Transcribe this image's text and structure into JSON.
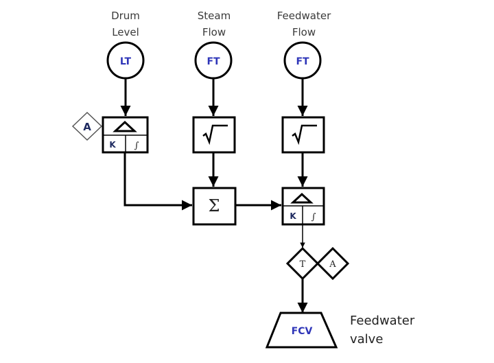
{
  "diagram": {
    "title": "Three-element drum level control",
    "inputs": [
      {
        "label_line1": "Drum",
        "label_line2": "Level",
        "instrument": "LT"
      },
      {
        "label_line1": "Steam",
        "label_line2": "Flow",
        "instrument": "FT"
      },
      {
        "label_line1": "Feedwater",
        "label_line2": "Flow",
        "instrument": "FT"
      }
    ],
    "drum_controller": {
      "top_symbol": "Δ",
      "k_label": "K",
      "i_label": "∫",
      "setpoint": "A"
    },
    "sqrt_blocks": [
      {
        "symbol": "√"
      },
      {
        "symbol": "√"
      }
    ],
    "summer": {
      "symbol": "Σ"
    },
    "flow_controller": {
      "top_symbol": "Δ",
      "k_label": "K",
      "i_label": "∫"
    },
    "transfer": {
      "symbol": "T",
      "auto_symbol": "A"
    },
    "valve": {
      "tag": "FCV",
      "label_line1": "Feedwater",
      "label_line2": "valve"
    },
    "colors": {
      "tag": "#2e35b8",
      "line": "#000000",
      "text": "#3a3a3a"
    }
  }
}
